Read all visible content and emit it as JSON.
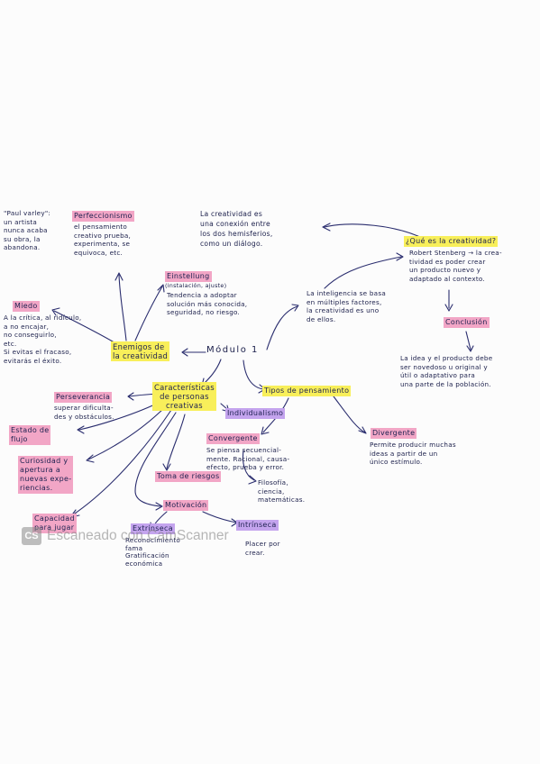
{
  "title": "Módulo 1",
  "nodes": {
    "paul_varley": "\"Paul varley\":\nun artista\nnunca acaba\nsu obra, la\nabandona.",
    "perfeccionismo": "Perfeccionismo",
    "perfeccionismo_text": "el pensamiento\ncreativo prueba,\nexperimenta, se\nequivoca, etc.",
    "creatividad_conexion": "La creatividad es\nuna conexión entre\nlos dos hemisferios,\ncomo un diálogo.",
    "que_es": "¿Qué es la creatividad?",
    "sternberg": "Robert Stenberg → la crea-\ntividad es poder crear\nun producto nuevo y\nadaptado al contexto.",
    "einstellung": "Einstellung",
    "einstellung_sub": "(instalación, ajuste)",
    "einstellung_text": "Tendencia a adoptar\nsolución más conocida,\nseguridad, no riesgo.",
    "inteligencia": "La inteligencia se basa\nen múltiples factores,\nla creatividad es uno\nde ellos.",
    "conclusion": "Conclusión",
    "miedo": "Miedo",
    "miedo_text": "A la crítica, al ridículo,\na no encajar,\nno conseguirlo,\netc.\nSi evitas el fracaso,\nevitarás el éxito.",
    "enemigos": "Enemigos de\nla creatividad",
    "modulo": "Módulo 1",
    "conclusion_text": "La idea y el producto debe\nser novedoso u original y\nútil o adaptativo para\nuna parte de la población.",
    "caracteristicas": "Características\nde personas\ncreativas",
    "tipos": "Tipos de pensamiento",
    "perseverancia": "Perseverancia",
    "perseverancia_text": "superar dificulta-\ndes y obstáculos.",
    "individualismo": "Individualismo",
    "estado_flujo": "Estado de\nflujo",
    "convergente": "Convergente",
    "convergente_text": "Se piensa secuencial-\nmente. Racional, causa-\nefecto, prueba y error.",
    "divergente": "Divergente",
    "divergente_text": "Permite producir muchas\nideas a partir de un\núnico estímulo.",
    "curiosidad": "Curiosidad y\napertura a\nnuevas expe-\nriencias.",
    "toma_riesgos": "Toma de riesgos",
    "filosofia": "Filosofía,\nciencia,\nmatemáticas.",
    "motivacion": "Motivación",
    "capacidad": "Capacidad\npara jugar",
    "extrinseca": "Extrínseca",
    "extrinseca_text": "Reconocimiento\nfama\nGratificación\neconómica",
    "intrinseca": "Intrínseca",
    "intrinseca_text": "Placer por\ncrear."
  },
  "watermark": {
    "logo": "CS",
    "text": "Escaneado con CamScanner"
  },
  "colors": {
    "ink": "#1a1e4a",
    "pink_highlight": "#f2a6c6",
    "yellow_highlight": "#f8ef5a",
    "purple_highlight": "#c4a4ee"
  }
}
